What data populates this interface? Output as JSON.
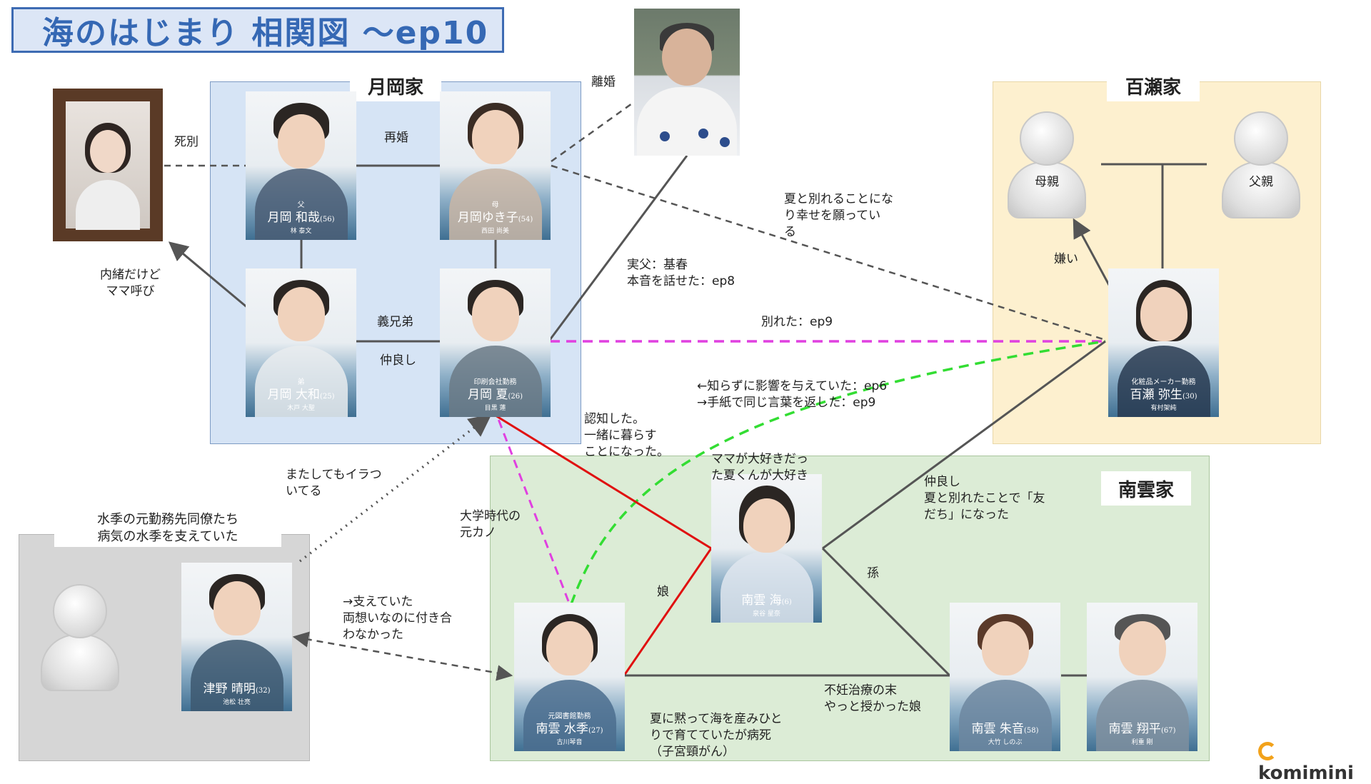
{
  "title": "海のはじまり 相関図 ～ep10",
  "families": {
    "tsukioka": "月岡家",
    "momose": "百瀬家",
    "nagumo": "南雲家"
  },
  "tsuno_group_label": [
    "水季の元勤務先同僚たち",
    "病気の水季を支えていた"
  ],
  "people": {
    "kazuya": {
      "role": "父",
      "name": "月岡 和哉",
      "age": "(56)",
      "actor": "林 泰文"
    },
    "yukiko": {
      "role": "母",
      "name": "月岡ゆき子",
      "age": "(54)",
      "actor": "西田 尚美"
    },
    "yamato": {
      "role": "弟",
      "name": "月岡 大和",
      "age": "(25)",
      "actor": "木戸 大聖"
    },
    "natsu": {
      "role": "印刷会社勤務",
      "name": "月岡 夏",
      "age": "(26)",
      "actor": "目黒 蓮"
    },
    "yayoi": {
      "role": "化粧品メーカー勤務",
      "name": "百瀬 弥生",
      "age": "(30)",
      "actor": "有村架純"
    },
    "umi": {
      "role": "",
      "name": "南雲 海",
      "age": "(6)",
      "actor": "泉谷 星奈"
    },
    "minami": {
      "role": "元図書館勤務",
      "name": "南雲 水季",
      "age": "(27)",
      "actor": "古川琴音"
    },
    "akane": {
      "role": "",
      "name": "南雲 朱音",
      "age": "(58)",
      "actor": "大竹 しのぶ"
    },
    "shohei": {
      "role": "",
      "name": "南雲 翔平",
      "age": "(67)",
      "actor": "利重 剛"
    },
    "tsuno": {
      "role": "",
      "name": "津野 晴明",
      "age": "(32)",
      "actor": "池松 壮亮"
    }
  },
  "silhouettes": {
    "mother": "母親",
    "father": "父親"
  },
  "labels": {
    "shibetsu": "死別",
    "saikon": "再婚",
    "rikon": "離婚",
    "gikyodai": "義兄弟",
    "nakayoshi": "仲良し",
    "naisho": [
      "内緒だけど",
      "ママ呼び"
    ],
    "jippu": [
      "実父：基春",
      "本音を話せた：ep8"
    ],
    "wakareru": [
      "夏と別れることにな",
      "り幸せを願ってい",
      "る"
    ],
    "wakareta": "別れた：ep9",
    "kirai": "嫌い",
    "eikyo": [
      "←知らずに影響を与えていた：ep6",
      "→手紙で同じ言葉を返した：ep9"
    ],
    "ninchi": [
      "認知した。",
      "一緒に暮らす",
      "ことになった。"
    ],
    "mamadaisuki": [
      "ママが大好きだっ",
      "た夏くんが大好き"
    ],
    "nakayoshi2": [
      "仲良し",
      "夏と別れたことで「友",
      "だち」になった"
    ],
    "iraitsu": [
      "またしてもイラつ",
      "いてる"
    ],
    "daigaku": [
      "大学時代の",
      "元カノ"
    ],
    "musume": "娘",
    "mago": "孫",
    "sasaete": [
      "→支えていた",
      "両想いなのに付き合",
      "わなかった"
    ],
    "funin": [
      "不妊治療の末",
      "やっと授かった娘"
    ],
    "natsuni": [
      "夏に黙って海を産みひと",
      "りで育てていたが病死",
      "（子宮頸がん）"
    ]
  },
  "logo": "komimini"
}
